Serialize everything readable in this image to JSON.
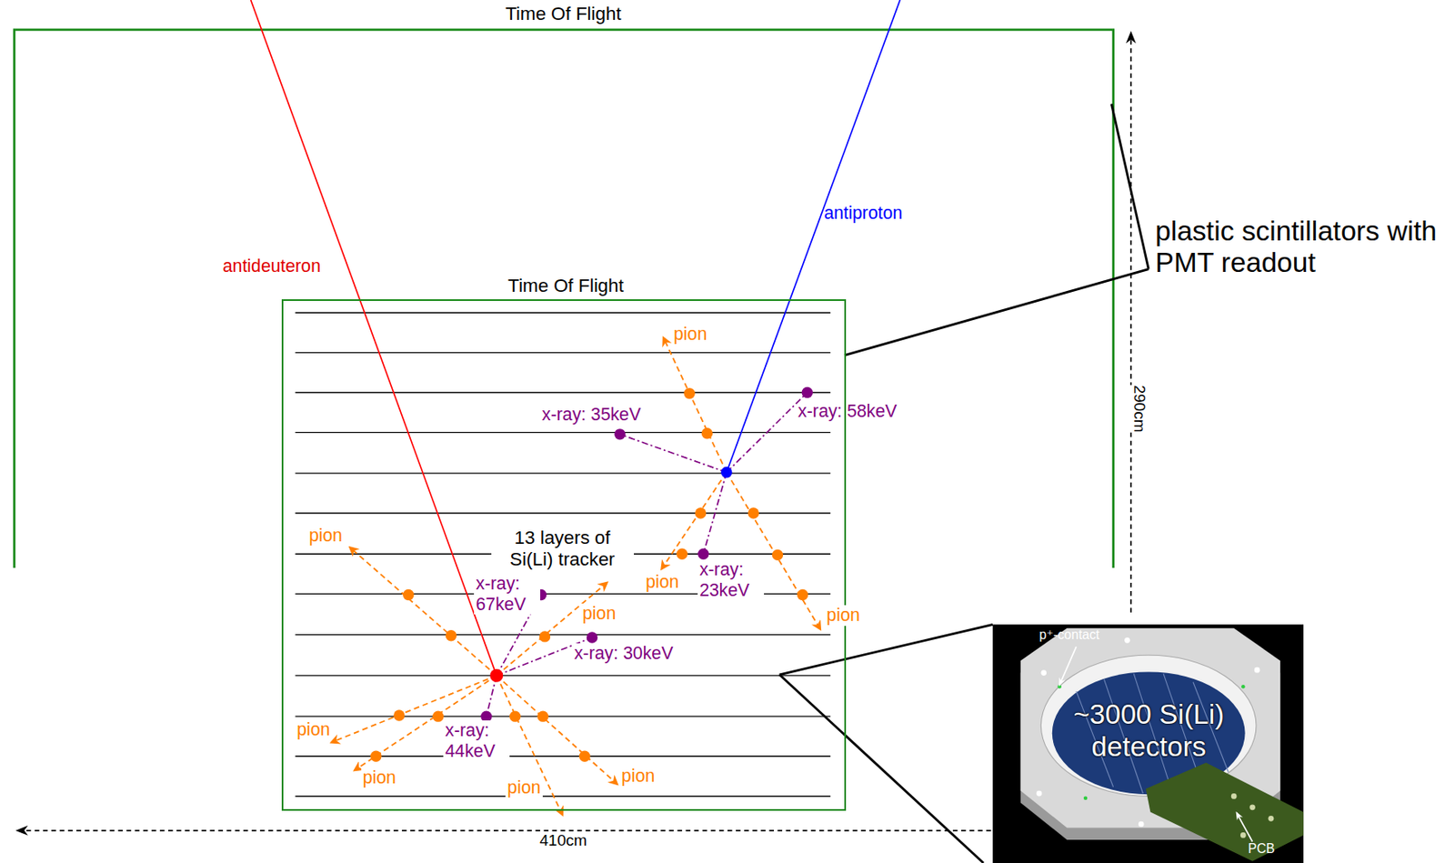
{
  "diagram": {
    "nodes": [
      {
        "text": [
          "Time Of Flight"
        ]
      },
      {
        "text": [
          "Time Of Flight"
        ]
      },
      {
        "text": [
          "p⁺-contact",
          "~3000 Si(Li) detectors",
          "PCB"
        ]
      }
    ],
    "labels": [
      "antideuteron",
      "antiproton",
      "plastic scintillators with PMT readout",
      "290cm",
      "13 layers of Si(Li) tracker",
      "pion",
      "x-ray: 35keV",
      "x-ray: 58keV",
      "pion",
      "x-ray: 67keV",
      "pion",
      "x-ray: 23keV",
      "pion",
      "pion",
      "x-ray: 30keV",
      "pion",
      "x-ray: 44keV",
      "pion",
      "pion",
      "pion",
      "410cm"
    ]
  }
}
